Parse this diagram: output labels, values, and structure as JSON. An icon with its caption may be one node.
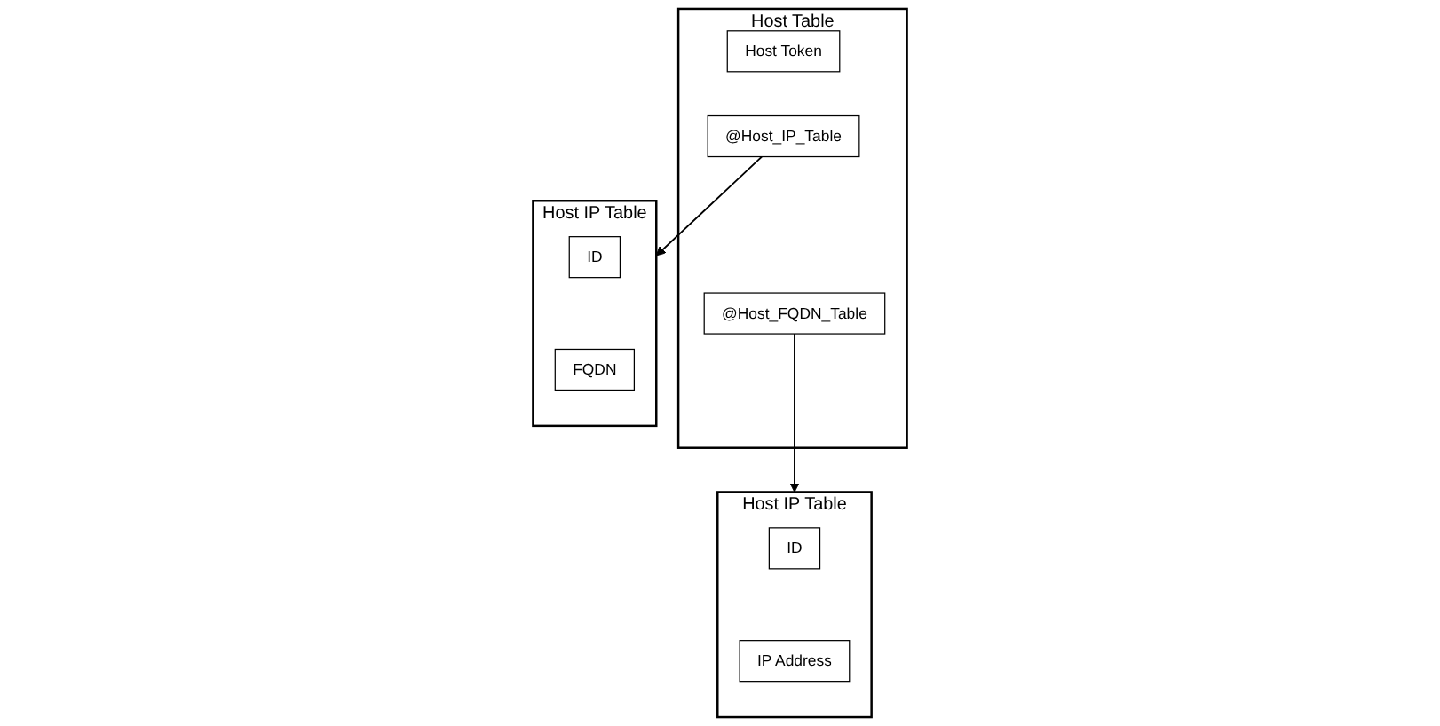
{
  "diagram": {
    "nodes": [
      {
        "text": [
          "Host Table"
        ]
      },
      {
        "text": [
          "Host Token"
        ],
        "in": 0
      },
      {
        "text": [
          "@Host_IP_Table"
        ],
        "in": 0
      },
      {
        "text": [
          "@Host_FQDN_Table"
        ],
        "in": 0
      },
      {
        "text": [
          "Host IP Table"
        ]
      },
      {
        "text": [
          "ID"
        ],
        "in": 4
      },
      {
        "text": [
          "IP Address"
        ],
        "in": 4
      },
      {
        "text": [
          "Host IP Table"
        ]
      },
      {
        "text": [
          "ID"
        ],
        "in": 7
      },
      {
        "text": [
          "FQDN"
        ],
        "in": 7
      }
    ],
    "edges": [
      {
        "from": 3,
        "to": 4,
        "arrow": "to"
      },
      {
        "from": 2,
        "to": 7,
        "arrow": "to"
      }
    ]
  }
}
